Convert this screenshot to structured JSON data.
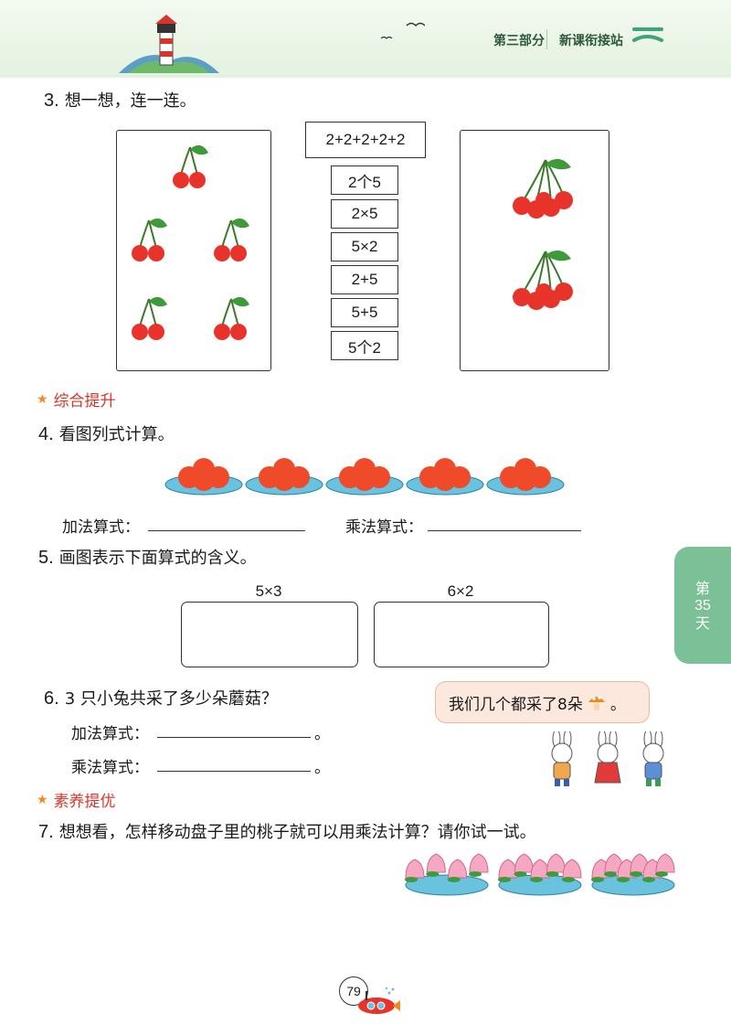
{
  "header": {
    "section": "第三部分",
    "subtitle": "新课衔接站"
  },
  "side_tab": {
    "lines": [
      "第",
      "35",
      "天"
    ]
  },
  "q3": {
    "number": "3.",
    "text": "想一想，连一连。",
    "top_expression": "2+2+2+2+2",
    "options": [
      "2个5",
      "2×5",
      "5×2",
      "2+5",
      "5+5",
      "5个2"
    ]
  },
  "section_comprehensive": "综合提升",
  "q4": {
    "number": "4.",
    "text": "看图列式计算。",
    "add_label": "加法算式：",
    "mul_label": "乘法算式："
  },
  "q5": {
    "number": "5.",
    "text": "画图表示下面算式的含义。",
    "exprs": [
      "5×3",
      "6×2"
    ]
  },
  "q6": {
    "number": "6.",
    "text": "3 只小兔共采了多少朵蘑菇？",
    "add_label": "加法算式：",
    "mul_label": "乘法算式：",
    "period": "。",
    "speech": "我们几个都采了8朵",
    "speech_end": "。"
  },
  "section_literacy": "素养提优",
  "q7": {
    "number": "7.",
    "text": "想想看，怎样移动盘子里的桃子就可以用乘法计算？请你试一试。",
    "plates_counts": [
      4,
      5,
      6
    ]
  },
  "page_number": "79",
  "colors": {
    "cherry": "#e8332b",
    "leaf": "#3f9a3a",
    "orange": "#ef4a2a",
    "plate": "#69c3df",
    "peach": "#f6a8c2",
    "section_red": "#d8352a",
    "tab_green": "#7bc096"
  }
}
